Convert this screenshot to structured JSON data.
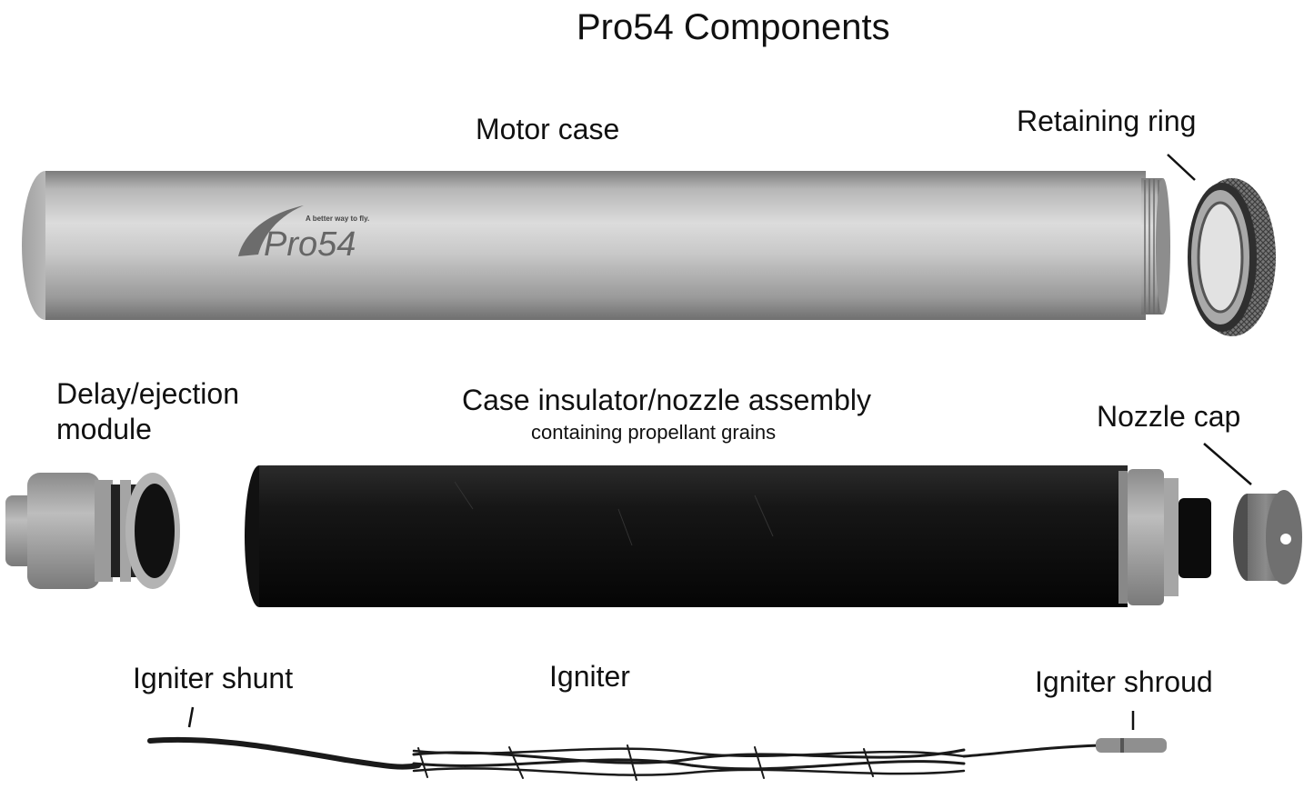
{
  "title": "Pro54 Components",
  "labels": {
    "motor_case": "Motor case",
    "retaining_ring": "Retaining ring",
    "delay_line1": "Delay/ejection",
    "delay_line2": "module",
    "insulator": "Case insulator/nozzle assembly",
    "insulator_sub": "containing propellant grains",
    "nozzle_cap": "Nozzle cap",
    "igniter_shunt": "Igniter shunt",
    "igniter": "Igniter",
    "igniter_shroud": "Igniter shroud"
  },
  "logo": {
    "brand": "Pro54",
    "tagline": "A better way to fly."
  }
}
